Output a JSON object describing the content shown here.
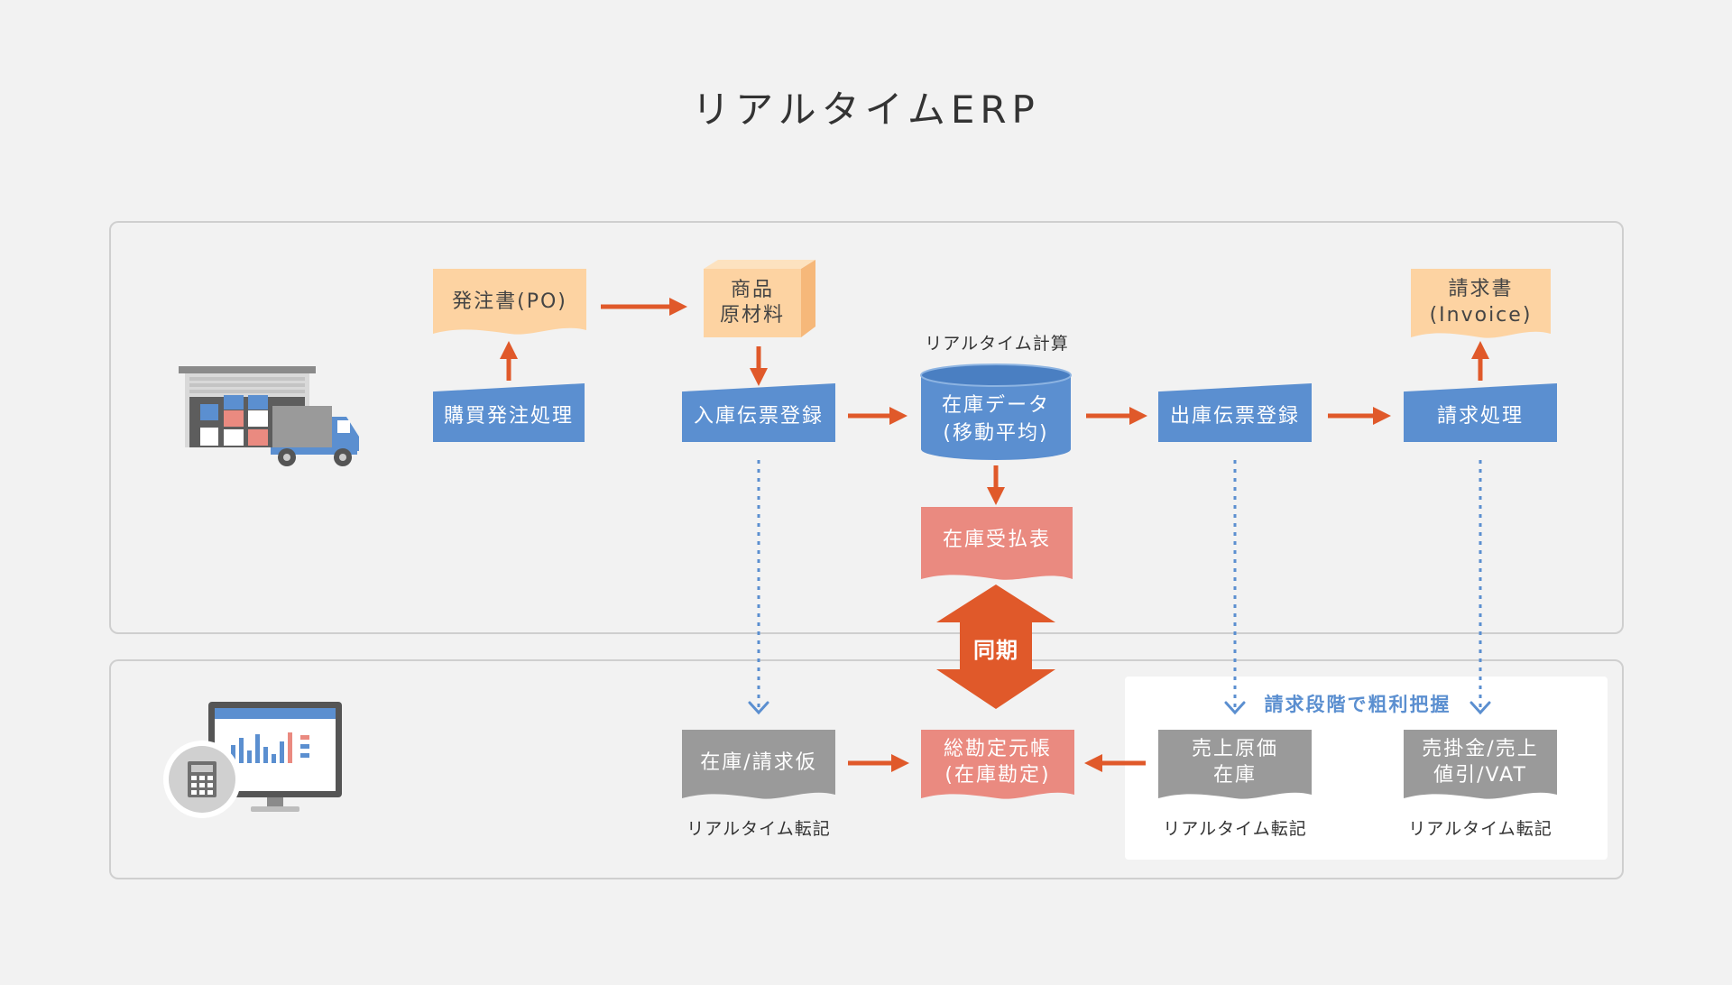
{
  "title": "リアルタイムERP",
  "nodes": {
    "po": "発注書(PO)",
    "goods_line1": "商品",
    "goods_line2": "原材料",
    "invoice_line1": "請求書",
    "invoice_line2": "(Invoice)",
    "purchase": "購買発注処理",
    "receipt": "入庫伝票登録",
    "inventory_line1": "在庫データ",
    "inventory_line2": "(移動平均)",
    "shipment": "出庫伝票登録",
    "billing": "請求処理",
    "stock_ledger": "在庫受払表",
    "suspense": "在庫/請求仮",
    "gl_line1": "総勘定元帳",
    "gl_line2": "(在庫勘定)",
    "cogs_line1": "売上原価",
    "cogs_line2": "在庫",
    "ar_line1": "売掛金/売上",
    "ar_line2": "値引/VAT"
  },
  "labels": {
    "realtime_calc": "リアルタイム計算",
    "sync": "同期",
    "billing_margin": "請求段階で粗利把握",
    "realtime_post_1": "リアルタイム転記",
    "realtime_post_2": "リアルタイム転記",
    "realtime_post_3": "リアルタイム転記"
  },
  "icons": {
    "warehouse": "warehouse-truck-icon",
    "accounting": "monitor-calculator-icon"
  },
  "colors": {
    "arrow": "#e0592a",
    "blue": "#5b8fd0",
    "peach": "#fdd3a2",
    "pink": "#ea8a80",
    "gray": "#9a9a9a"
  }
}
